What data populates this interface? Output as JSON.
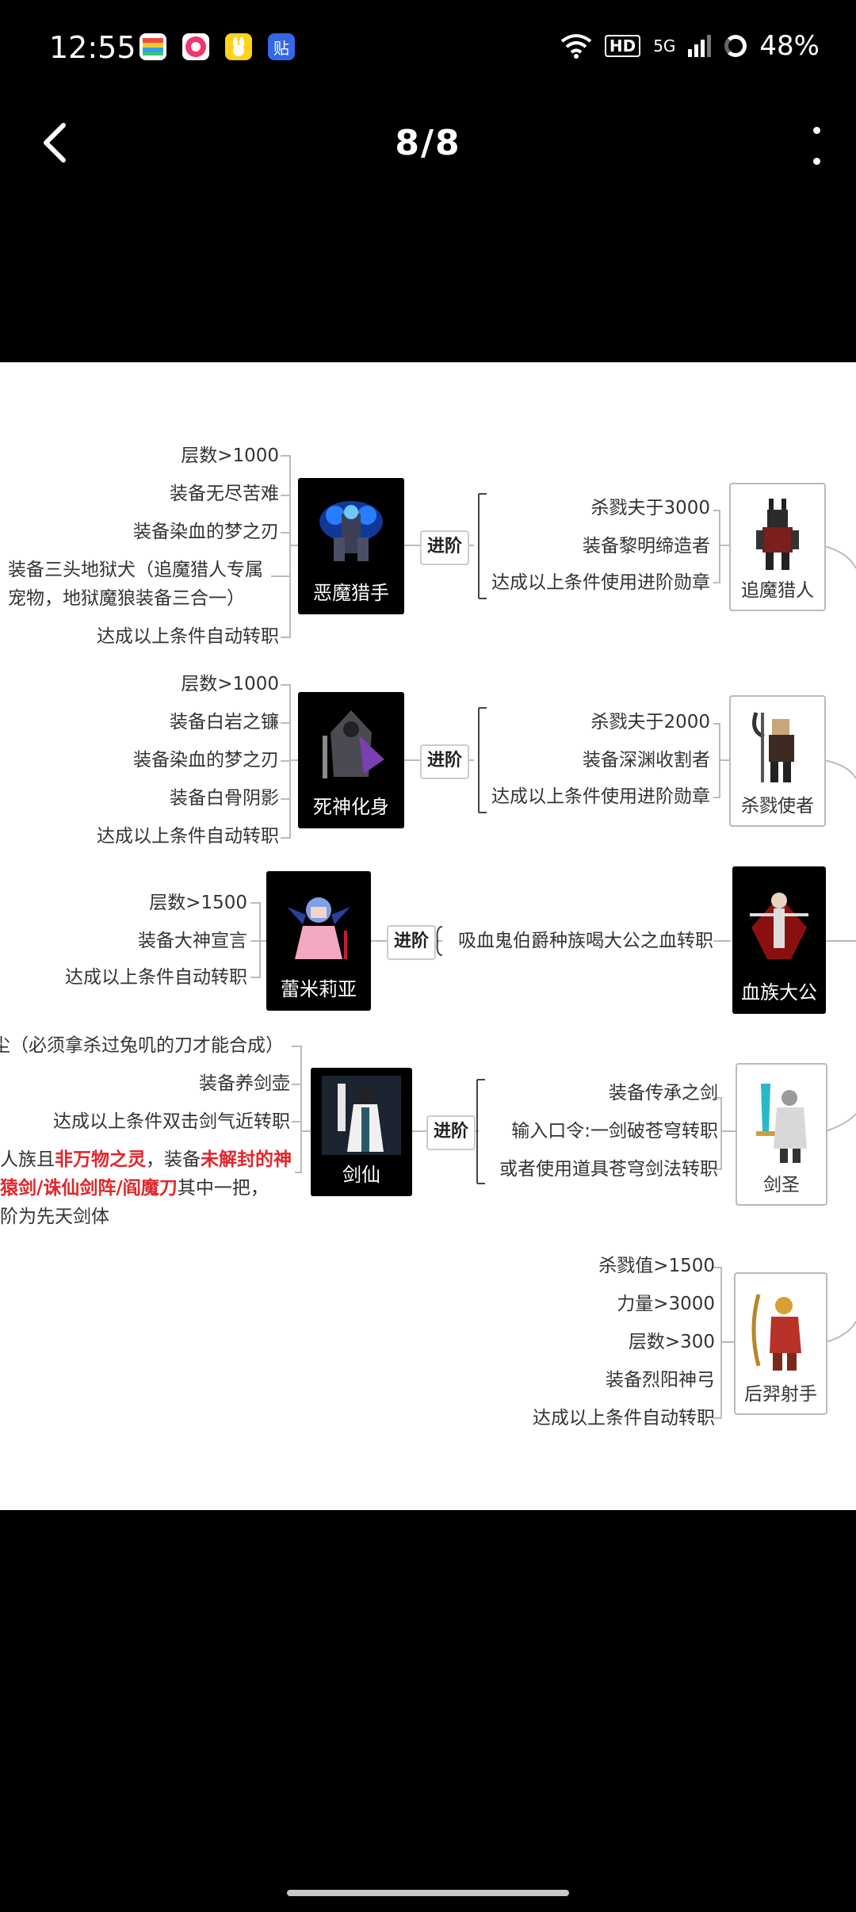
{
  "status_bar": {
    "time": "12:55",
    "battery": "48%",
    "network": "5G",
    "hd": "HD",
    "app_icons": [
      "wallet-app-icon",
      "browser-app-icon",
      "rabbit-app-icon",
      "tieba-app-icon"
    ],
    "tieba_glyph": "贴"
  },
  "top_bar": {
    "page_indicator": "8/8"
  },
  "chart": {
    "advance_label": "进阶",
    "rows": [
      {
        "tile_label": "恶魔猎手",
        "left_conditions": [
          "层数>1000",
          "装备无尽苦难",
          "装备染血的梦之刃",
          "装备三头地狱犬（追魔猎人专属",
          "宠物，地狱魔狼装备三合一）",
          "达成以上条件自动转职"
        ],
        "right_conditions": [
          "杀戮夫于3000",
          "装备黎明缔造者",
          "达成以上条件使用进阶勋章"
        ],
        "card_label": "追魔猎人"
      },
      {
        "tile_label": "死神化身",
        "left_conditions": [
          "层数>1000",
          "装备白岩之镰",
          "装备染血的梦之刃",
          "装备白骨阴影",
          "达成以上条件自动转职"
        ],
        "right_conditions": [
          "杀戮夫于2000",
          "装备深渊收割者",
          "达成以上条件使用进阶勋章"
        ],
        "card_label": "杀戮使者"
      },
      {
        "tile_label": "蕾米莉亚",
        "left_conditions": [
          "层数>1500",
          "装备大神宣言",
          "达成以上条件自动转职"
        ],
        "right_conditions": [
          "吸血鬼伯爵种族喝大公之血转职"
        ],
        "card_label": "血族大公"
      },
      {
        "tile_label": "剑仙",
        "left_conditions": [
          "尘（必须拿杀过兔叽的刀才能合成）",
          "装备养剑壶",
          "达成以上条件双击剑气近转职"
        ],
        "left_mixed": {
          "l1_a": "人族且",
          "l1_b": "非万物之灵",
          "l1_c": "，装备",
          "l1_d": "未解封的神",
          "l2_a": "猿剑/诛仙剑阵/阎魔刀",
          "l2_b": "其中一把，",
          "l3": "阶为先天剑体"
        },
        "right_conditions": [
          "装备传承之剑",
          "输入口令:一剑破苍穹转职",
          "或者使用道具苍穹剑法转职"
        ],
        "card_label": "剑圣"
      },
      {
        "right_conditions": [
          "杀戮值>1500",
          "力量>3000",
          "层数>300",
          "装备烈阳神弓",
          "达成以上条件自动转职"
        ],
        "card_label": "后羿射手"
      }
    ]
  }
}
